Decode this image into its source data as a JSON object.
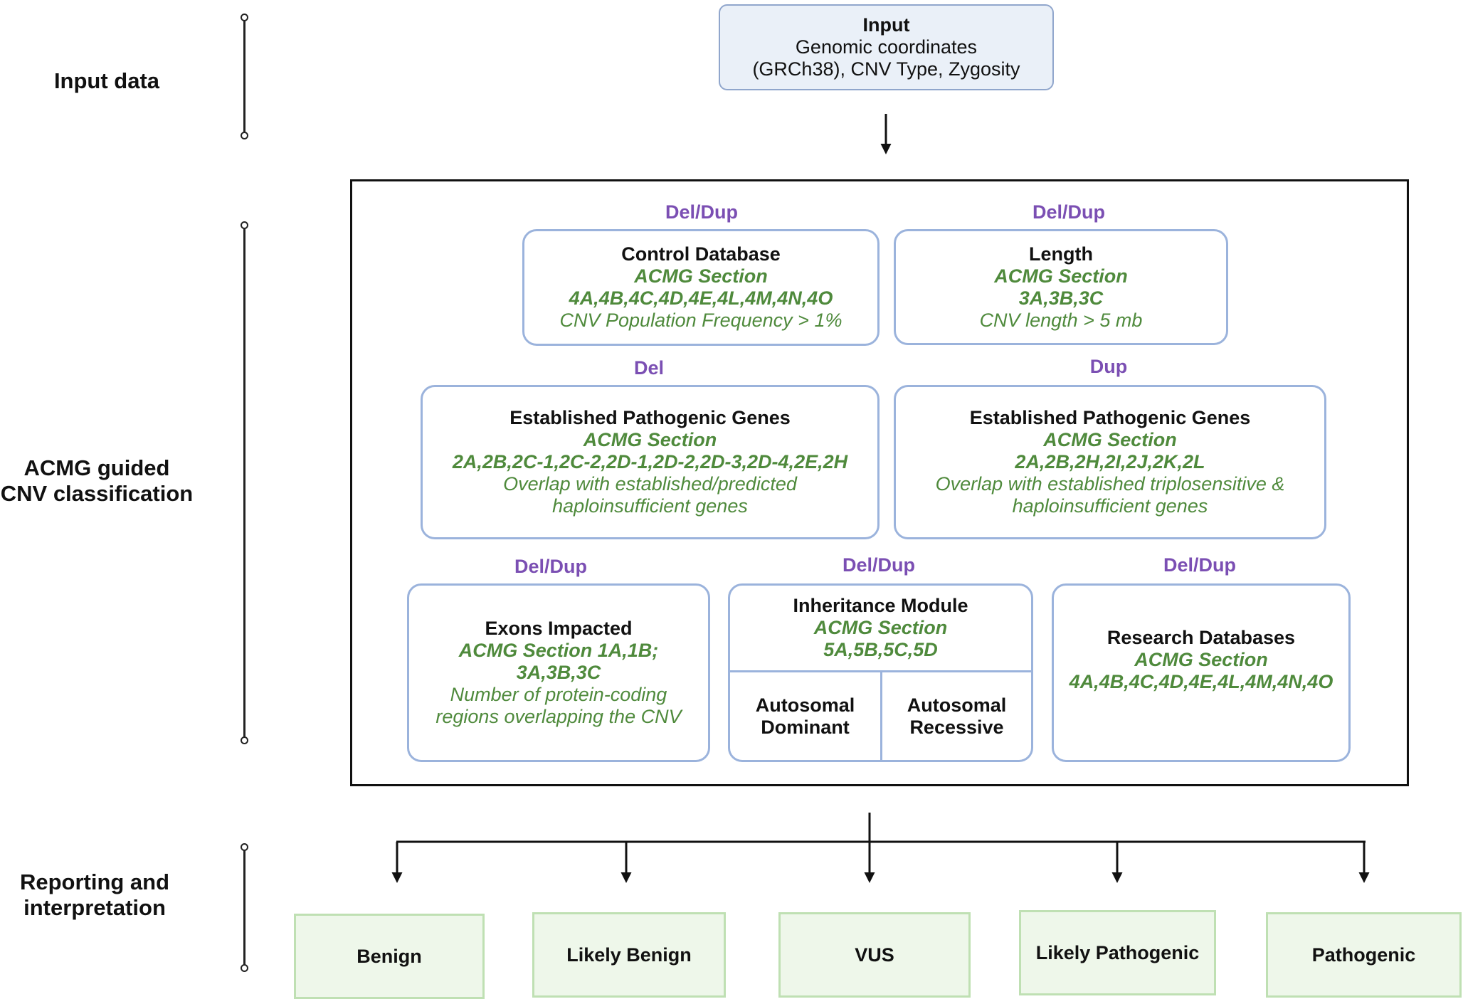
{
  "stages": {
    "input": "Input data",
    "classification_line1": "ACMG guided",
    "classification_line2": "CNV classification",
    "reporting_line1": "Reporting and",
    "reporting_line2": "interpretation"
  },
  "input_box": {
    "title": "Input",
    "line1": "Genomic coordinates",
    "line2": "(GRCh38), CNV Type, Zygosity"
  },
  "modules": {
    "control": {
      "tag": "Del/Dup",
      "title": "Control Database",
      "section": "ACMG Section",
      "codes": "4A,4B,4C,4D,4E,4L,4M,4N,4O",
      "desc": "CNV Population Frequency > 1%"
    },
    "length": {
      "tag": "Del/Dup",
      "title": "Length",
      "section": "ACMG Section",
      "codes": "3A,3B,3C",
      "desc": "CNV length > 5 mb"
    },
    "pathogenic_del": {
      "tag": "Del",
      "title": "Established Pathogenic Genes",
      "section": "ACMG Section",
      "codes": "2A,2B,2C-1,2C-2,2D-1,2D-2,2D-3,2D-4,2E,2H",
      "desc1": "Overlap with established/predicted",
      "desc2": "haploinsufficient genes"
    },
    "pathogenic_dup": {
      "tag": "Dup",
      "title": "Established Pathogenic Genes",
      "section": "ACMG Section",
      "codes": "2A,2B,2H,2I,2J,2K,2L",
      "desc1": "Overlap with established triplosensitive &",
      "desc2": "haploinsufficient genes"
    },
    "exons": {
      "tag": "Del/Dup",
      "title": "Exons Impacted",
      "section": "ACMG Section 1A,1B;",
      "codes": "3A,3B,3C",
      "desc1": "Number of protein-coding",
      "desc2": "regions overlapping the CNV"
    },
    "inheritance": {
      "tag": "Del/Dup",
      "title": "Inheritance Module",
      "section": "ACMG Section",
      "codes": "5A,5B,5C,5D",
      "dominant1": "Autosomal",
      "dominant2": "Dominant",
      "recessive1": "Autosomal",
      "recessive2": "Recessive"
    },
    "research": {
      "tag": "Del/Dup",
      "title": "Research Databases",
      "section": "ACMG Section",
      "codes": "4A,4B,4C,4D,4E,4L,4M,4N,4O"
    }
  },
  "results": [
    "Benign",
    "Likely Benign",
    "VUS",
    "Likely Pathogenic",
    "Pathogenic"
  ],
  "colors": {
    "tag_purple": "#7b4fb3",
    "acmg_green": "#4f8a3c",
    "module_border": "#9bb3dc",
    "input_fill": "#eaf0f8",
    "result_fill": "#eef7ea",
    "result_border": "#bfe0b3"
  }
}
